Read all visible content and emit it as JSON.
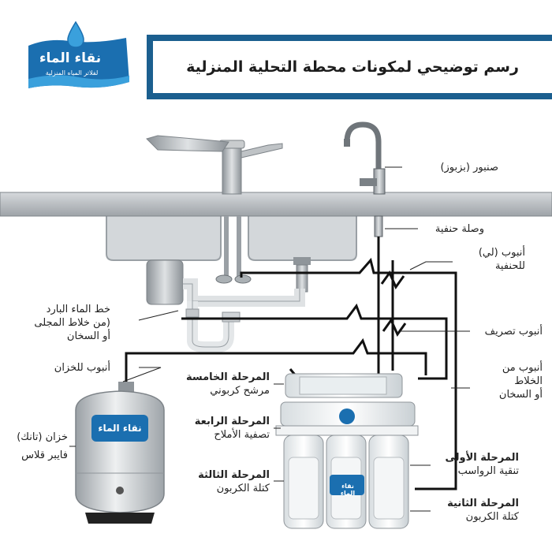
{
  "title": "رسم توضيحي لمكونات محطة التحلية المنزلية",
  "logo": {
    "name": "نقاء الماء",
    "tagline": "لفلاتر المياه المنزلية",
    "colors": {
      "primary": "#1b6fb0",
      "accent": "#3aa0dc"
    }
  },
  "labels": {
    "faucet": "صنبور (بزبوز)",
    "faucet_connector": "وصلة حنفية",
    "faucet_tube": [
      "أنبوب (لي)",
      "للحنفية"
    ],
    "drain_tube": "أنبوب تصريف",
    "mixer_tube": [
      "أنبوب من",
      "الخلاط",
      "أو السخان"
    ],
    "cold_water_line": [
      "خط الماء البارد",
      "(من خلاط المجلى",
      "أو السخان"
    ],
    "tank_tube": "أنبوب للخزان",
    "tank": [
      "خزان (تانك)",
      "فايبر قلاس"
    ],
    "stage5": {
      "title": "المرحلة الخامسة",
      "desc": "مرشح كربوني"
    },
    "stage4": {
      "title": "المرحلة الرابعة",
      "desc": "تصفية الأملاح"
    },
    "stage3": {
      "title": "المرحلة الثالثة",
      "desc": "كتلة الكربون"
    },
    "stage1": {
      "title": "المرحلة الأولى",
      "desc": "تنقية الرواسب"
    },
    "stage2": {
      "title": "المرحلة الثانية",
      "desc": "كتلة الكربون"
    }
  },
  "colors": {
    "banner": "#1b5f8f",
    "pipe": "#111111",
    "counter": "#b9bdc1",
    "sink": "#c7cbce",
    "steel": "#a7adb2"
  }
}
